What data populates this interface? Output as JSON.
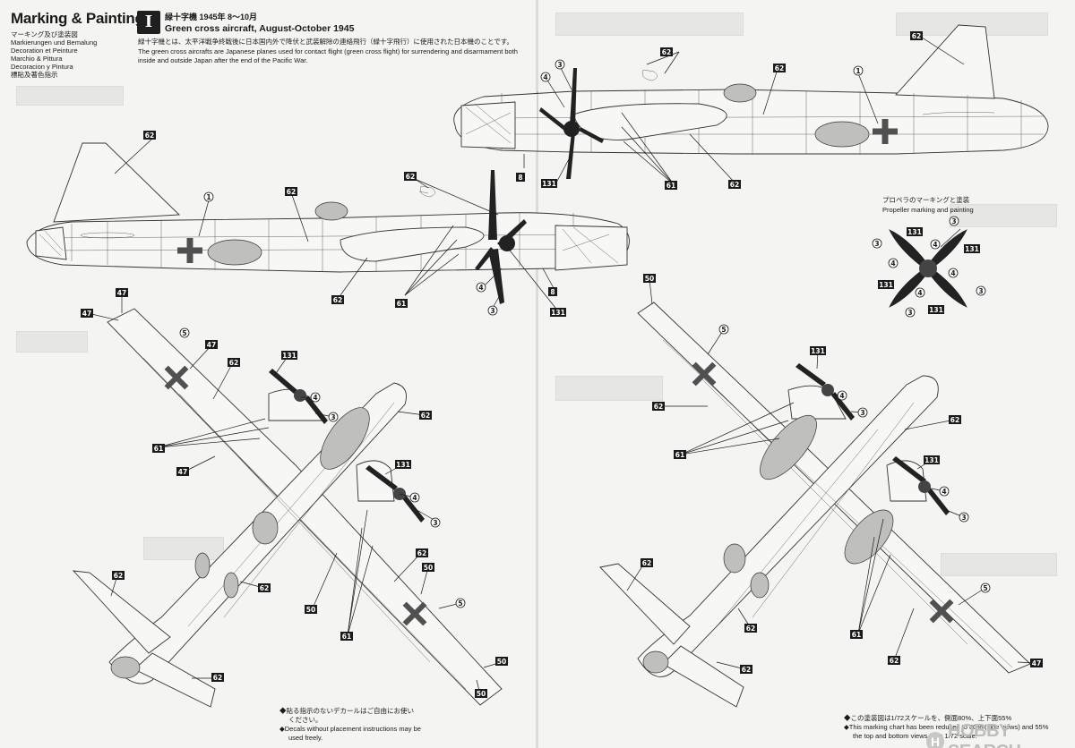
{
  "header": {
    "title": "Marking & Painting",
    "subtitles": [
      "マーキング及び塗装図",
      "Markierungen und Bemalung",
      "Decoration et Peinture",
      "Marchio & Pittura",
      "Decoracion y Pintura",
      "標貼及著色指示"
    ]
  },
  "scheme": {
    "number_badge": "I",
    "title_ja": "緑十字機  1945年  8〜10月",
    "title_en": "Green cross aircraft, August-October 1945",
    "description": [
      "緑十字機とは、太平洋戦争終戦後に日本国内外で降伏と武装解除の連絡飛行（緑十字飛行）に使用された日本機のことです。",
      "The green cross aircrafts are Japanese planes used for contact flight (green cross flight) for surrendering and disarmament both",
      "inside and outside Japan after the end of the Pacific War."
    ]
  },
  "propeller": {
    "title_ja": "プロペラのマーキングと塗装",
    "title_en": "Propeller marking and painting"
  },
  "footnotes": {
    "left": [
      "◆貼る指示のないデカールはご自由にお使い",
      "ください。",
      "◆Decals without placement instructions may be",
      "used freely."
    ],
    "right": [
      "◆この塗装図は1/72スケールを、側面80%、上下面55%",
      "◆This marking chart has been reduced to 80% (side views) and 55%",
      "the top and bottom views from 1/72 scale."
    ]
  },
  "watermark": {
    "logo": "H",
    "text": "HOBBY SEARCH"
  },
  "callouts": {
    "c1": "1",
    "c3": "3",
    "c4": "4",
    "c5": "5",
    "c8": "8",
    "c47": "47",
    "c50": "50",
    "c61": "61",
    "c62": "62",
    "c131": "131"
  },
  "colors": {
    "ink": "#1a1a1a",
    "paper": "#f4f4f2",
    "cross": "#505050"
  }
}
